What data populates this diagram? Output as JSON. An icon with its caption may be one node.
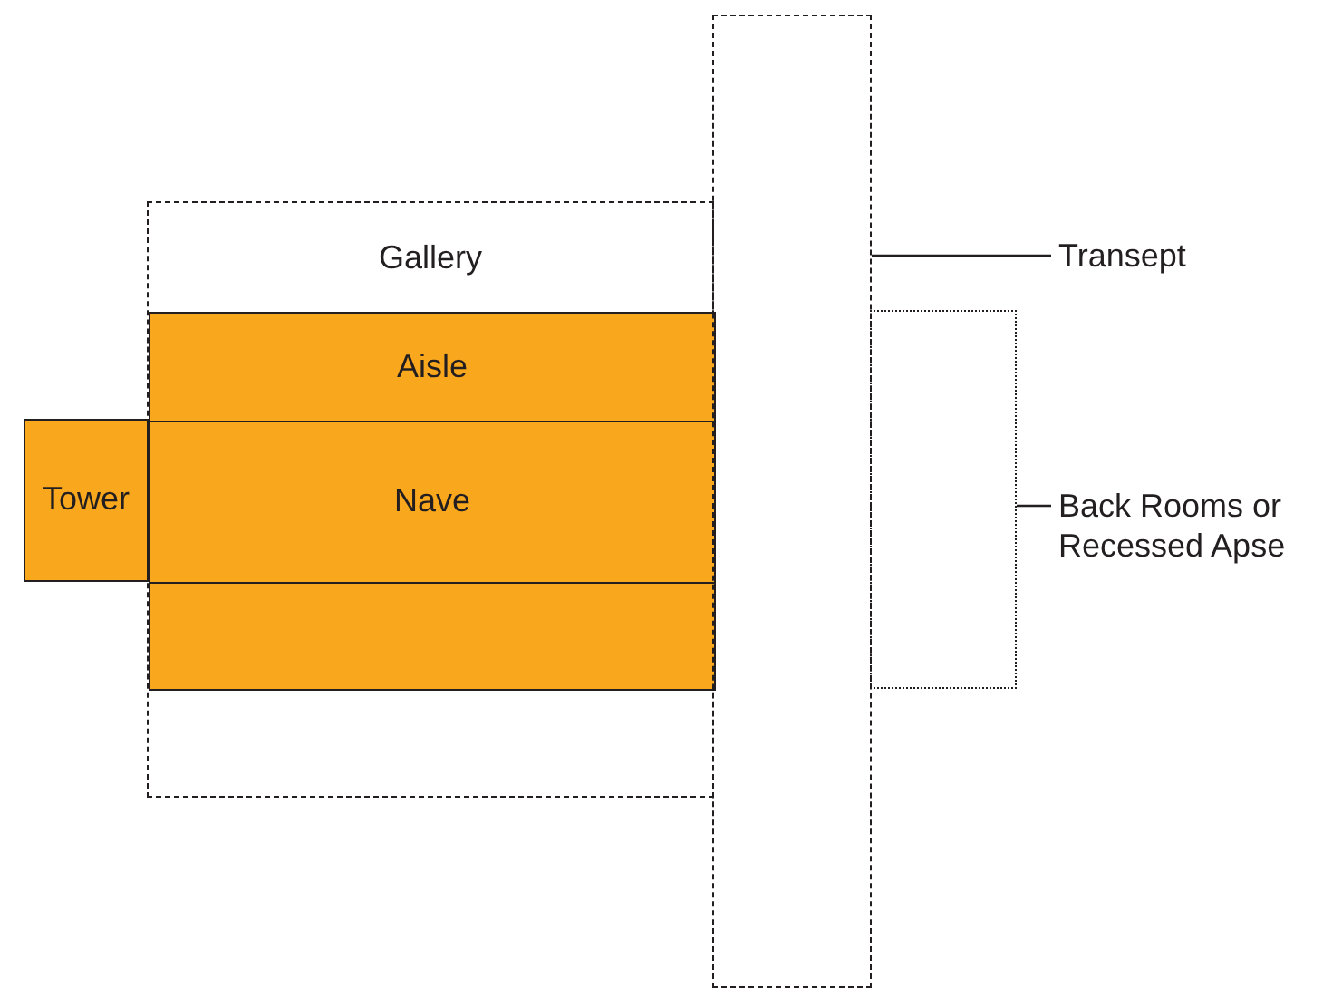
{
  "diagram": {
    "nodes": [
      {
        "text": [
          "Gallery"
        ]
      },
      {
        "text": [
          "Aisle"
        ],
        "in": 0
      },
      {
        "text": [
          "Nave"
        ],
        "in": 0
      },
      {
        "text": [],
        "shape": "box",
        "in": 0
      },
      {
        "text": [
          "Tower"
        ]
      },
      {
        "text": [],
        "shape": "box"
      },
      {
        "text": [
          "Transept"
        ]
      },
      {
        "text": [],
        "shape": "box"
      },
      {
        "text": [
          "Back Rooms or Recessed Apse"
        ]
      }
    ],
    "edges": [
      {
        "from": 6,
        "to": 5,
        "arrow": "none"
      },
      {
        "from": 8,
        "to": 7,
        "arrow": "none"
      }
    ]
  }
}
